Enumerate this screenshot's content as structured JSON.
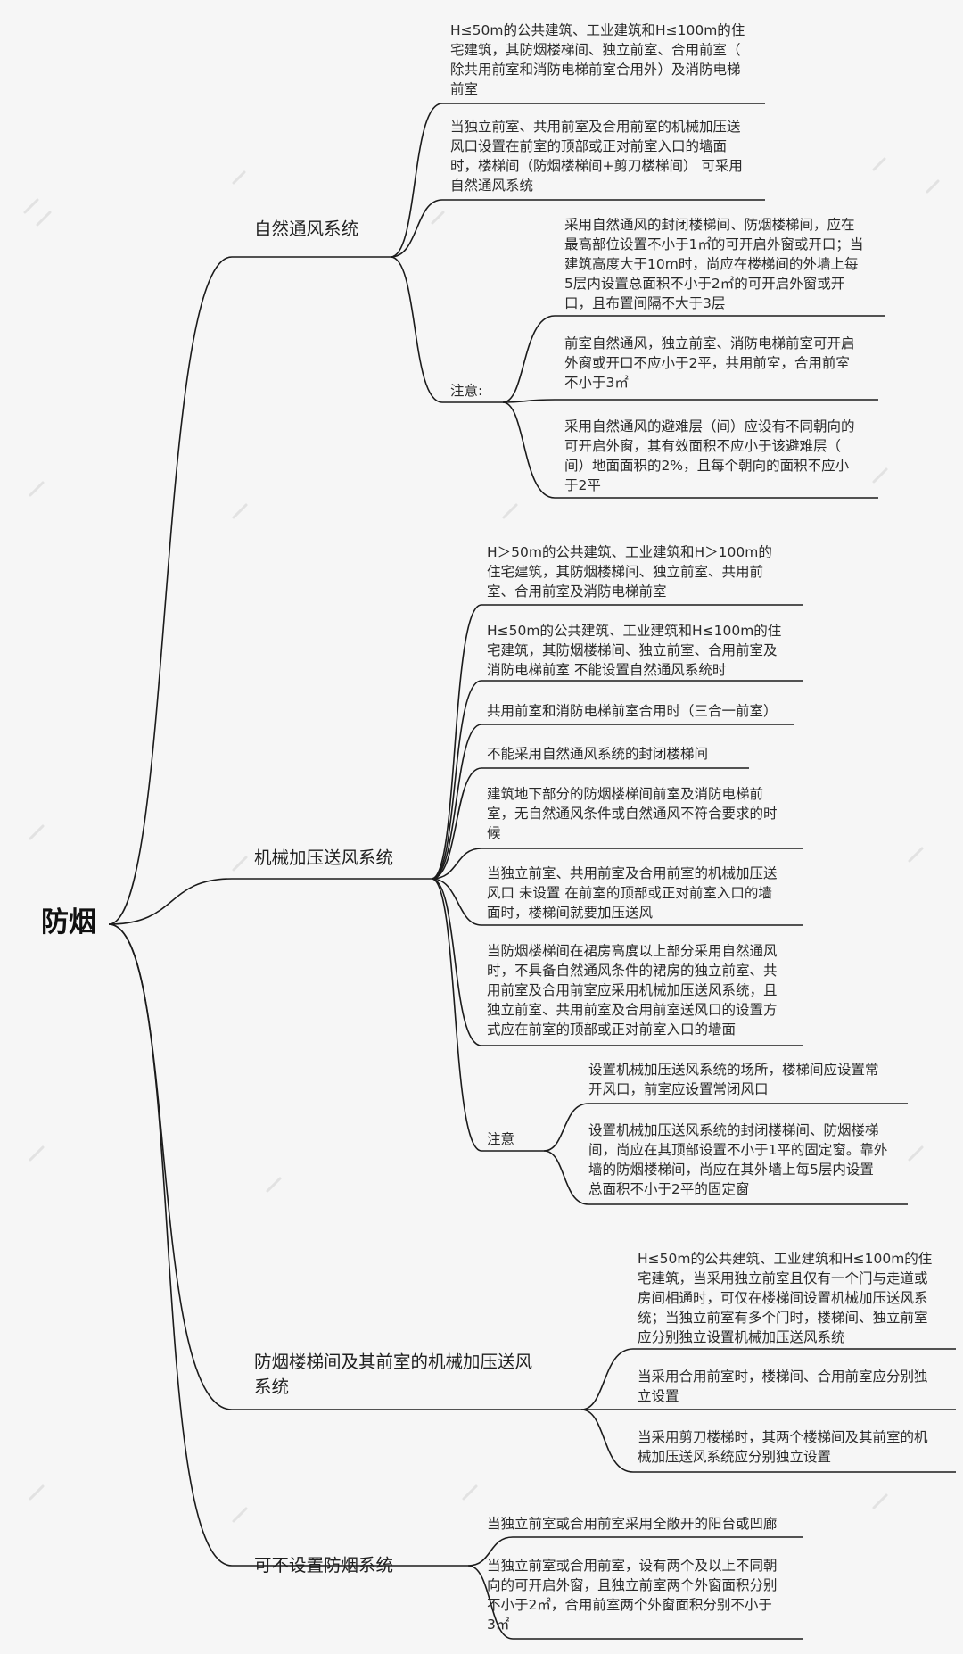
{
  "root": {
    "label": "防烟"
  },
  "branches": [
    {
      "label": "自然通风系统",
      "items": [
        "H≤50m的公共建筑、工业建筑和H≤100m的住\n宅建筑，其防烟楼梯间、独立前室、合用前室（\n除共用前室和消防电梯前室合用外）及消防电梯\n前室",
        "当独立前室、共用前室及合用前室的机械加压送\n风口设置在前室的顶部或正对前室入口的墙面\n时，楼梯间（防烟楼梯间+剪刀楼梯间） 可采用\n自然通风系统"
      ],
      "note": {
        "label": "注意:",
        "items": [
          "采用自然通风的封闭楼梯间、防烟楼梯间，应在\n最高部位设置不小于1㎡的可开启外窗或开口；当\n建筑高度大于10m时，尚应在楼梯间的外墙上每\n5层内设置总面积不小于2㎡的可开启外窗或开\n口，且布置间隔不大于3层",
          "前室自然通风，独立前室、消防电梯前室可开启\n外窗或开口不应小于2平，共用前室，合用前室\n不小于3㎡",
          "采用自然通风的避难层（间）应设有不同朝向的\n可开启外窗，其有效面积不应小于该避难层（\n间）地面面积的2%，且每个朝向的面积不应小\n于2平"
        ]
      }
    },
    {
      "label": "机械加压送风系统",
      "items": [
        "H＞50m的公共建筑、工业建筑和H＞100m的\n住宅建筑，其防烟楼梯间、独立前室、共用前\n室、合用前室及消防电梯前室",
        "H≤50m的公共建筑、工业建筑和H≤100m的住\n宅建筑，其防烟楼梯间、独立前室、合用前室及\n消防电梯前室  不能设置自然通风系统时",
        "共用前室和消防电梯前室合用时（三合一前室）",
        "不能采用自然通风系统的封闭楼梯间",
        "建筑地下部分的防烟楼梯间前室及消防电梯前\n室，无自然通风条件或自然通风不符合要求的时\n候",
        "当独立前室、共用前室及合用前室的机械加压送\n风口 未设置 在前室的顶部或正对前室入口的墙\n面时，楼梯间就要加压送风",
        "当防烟楼梯间在裙房高度以上部分采用自然通风\n时，不具备自然通风条件的裙房的独立前室、共\n用前室及合用前室应采用机械加压送风系统，且\n独立前室、共用前室及合用前室送风口的设置方\n式应在前室的顶部或正对前室入口的墙面"
      ],
      "note": {
        "label": "注意",
        "items": [
          "设置机械加压送风系统的场所，楼梯间应设置常\n开风口，前室应设置常闭风口",
          "设置机械加压送风系统的封闭楼梯间、防烟楼梯\n间，尚应在其顶部设置不小于1平的固定窗。靠外\n墙的防烟楼梯间，尚应在其外墙上每5层内设置\n总面积不小于2平的固定窗"
        ]
      }
    },
    {
      "label": "防烟楼梯间及其前室的机械加压送风\n系统",
      "items": [
        "H≤50m的公共建筑、工业建筑和H≤100m的住\n宅建筑，当采用独立前室且仅有一个门与走道或\n房间相通时，可仅在楼梯间设置机械加压送风系\n统；当独立前室有多个门时，楼梯间、独立前室\n应分别独立设置机械加压送风系统",
        "当采用合用前室时，楼梯间、合用前室应分别独\n立设置",
        "当采用剪刀楼梯时，其两个楼梯间及其前室的机\n械加压送风系统应分别独立设置"
      ]
    },
    {
      "label": "可不设置防烟系统",
      "items": [
        "当独立前室或合用前室采用全敞开的阳台或凹廊",
        "当独立前室或合用前室，设有两个及以上不同朝\n向的可开启外窗，且独立前室两个外窗面积分别\n不小于2㎡，合用前室两个外窗面积分别不小于\n3㎡"
      ]
    }
  ]
}
